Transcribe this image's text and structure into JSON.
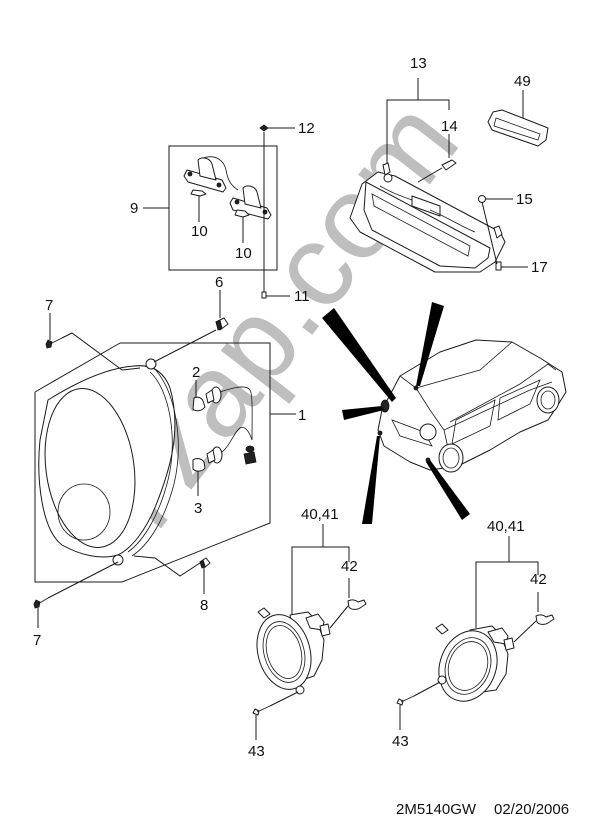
{
  "diagram": {
    "title": "Lamp exploded parts diagram",
    "watermark": "7zap.com",
    "footer": {
      "diagram_code": "2M5140GW",
      "date": "02/20/2006"
    },
    "colors": {
      "line": "#1a1a1a",
      "watermark": "#8a8a8a",
      "background": "#ffffff"
    },
    "callouts": [
      {
        "id": "c1",
        "label": "1",
        "part": "lamp-assembly-box"
      },
      {
        "id": "c2",
        "label": "2",
        "part": "bulb-upper"
      },
      {
        "id": "c3",
        "label": "3",
        "part": "bulb-lower"
      },
      {
        "id": "c6",
        "label": "6",
        "part": "clip-nut-top"
      },
      {
        "id": "c7a",
        "label": "7",
        "part": "bolt-upper"
      },
      {
        "id": "c7b",
        "label": "7",
        "part": "bolt-lower"
      },
      {
        "id": "c8",
        "label": "8",
        "part": "clip-nut-bottom"
      },
      {
        "id": "c9",
        "label": "9",
        "part": "license-lamp-assembly-box"
      },
      {
        "id": "c10a",
        "label": "10",
        "part": "license-bulb-left"
      },
      {
        "id": "c10b",
        "label": "10",
        "part": "license-bulb-right"
      },
      {
        "id": "c11",
        "label": "11",
        "part": "screw-bottom"
      },
      {
        "id": "c12",
        "label": "12",
        "part": "clip-top"
      },
      {
        "id": "c13",
        "label": "13",
        "part": "high-mount-stop-lamp"
      },
      {
        "id": "c14",
        "label": "14",
        "part": "stop-lamp-bulb"
      },
      {
        "id": "c15",
        "label": "15",
        "part": "stop-lamp-nut"
      },
      {
        "id": "c17",
        "label": "17",
        "part": "stop-lamp-screw"
      },
      {
        "id": "c49",
        "label": "49",
        "part": "stop-lamp-lens"
      },
      {
        "id": "c40a",
        "label": "40,41",
        "part": "fog-lamp-left"
      },
      {
        "id": "c42a",
        "label": "42",
        "part": "fog-lamp-bulb-left"
      },
      {
        "id": "c43a",
        "label": "43",
        "part": "fog-lamp-screw-left"
      },
      {
        "id": "c40b",
        "label": "40,41",
        "part": "fog-lamp-right"
      },
      {
        "id": "c42b",
        "label": "42",
        "part": "fog-lamp-bulb-right"
      },
      {
        "id": "c43b",
        "label": "43",
        "part": "fog-lamp-screw-right"
      }
    ]
  }
}
